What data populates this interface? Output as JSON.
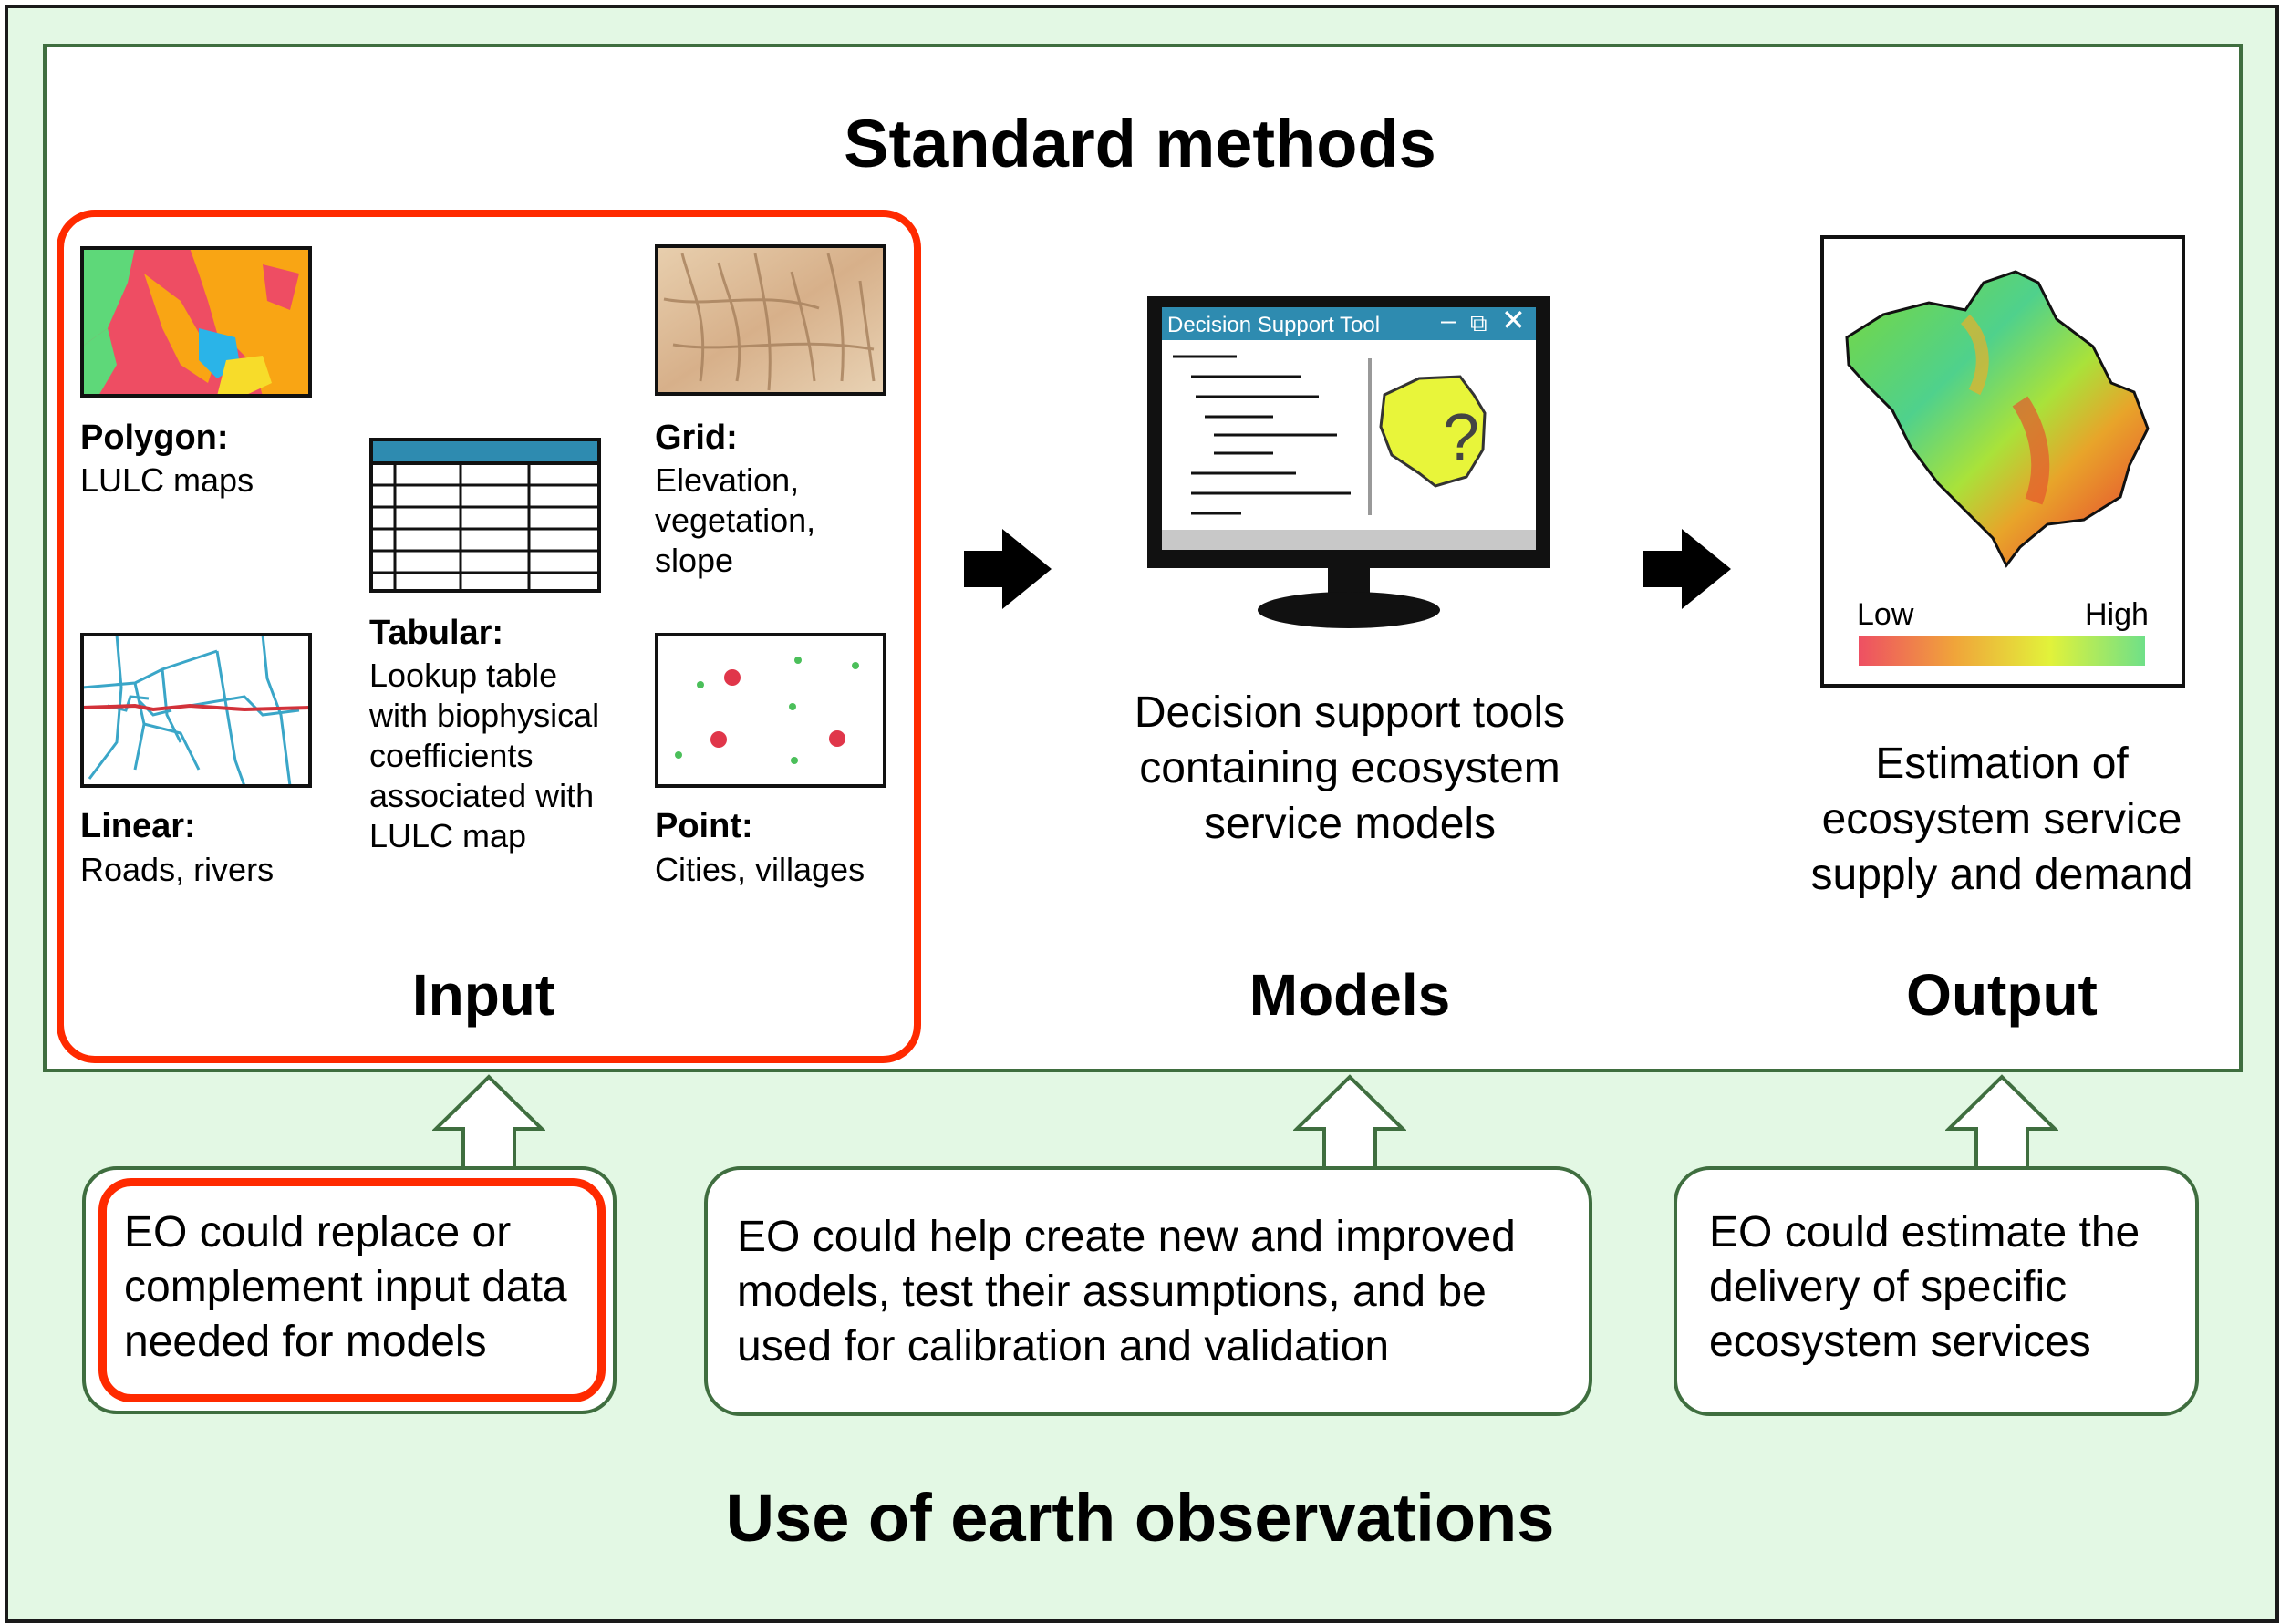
{
  "colors": {
    "background": "#e3f8e4",
    "panel_border": "#3f6e3f",
    "highlight_red": "#ff2a00",
    "arrow": "#000000"
  },
  "standard_methods": {
    "title": "Standard methods",
    "input": {
      "heading": "Input",
      "polygon": {
        "label": "Polygon:",
        "desc": "LULC maps"
      },
      "tabular": {
        "label": "Tabular:",
        "desc_lines": [
          "Lookup table",
          "with biophysical",
          "coefficients",
          "associated with",
          "LULC map"
        ]
      },
      "grid": {
        "label": "Grid:",
        "desc_lines": [
          "Elevation,",
          "vegetation,",
          "slope"
        ]
      },
      "linear": {
        "label": "Linear:",
        "desc": "Roads, rivers"
      },
      "point": {
        "label": "Point:",
        "desc": "Cities, villages"
      }
    },
    "models": {
      "heading": "Models",
      "window_title": "Decision Support Tool",
      "window_map_symbol": "?",
      "desc_lines": [
        "Decision support tools",
        "containing ecosystem",
        "service models"
      ]
    },
    "output": {
      "heading": "Output",
      "legend_low": "Low",
      "legend_high": "High",
      "desc_lines": [
        "Estimation of",
        "ecosystem service",
        "supply and demand"
      ]
    }
  },
  "earth_observations": {
    "title": "Use of earth observations",
    "boxes": [
      {
        "lines": [
          "EO could replace or",
          "complement input data",
          "needed for models"
        ]
      },
      {
        "lines": [
          "EO could help create new and improved",
          "models, test their assumptions, and be",
          "used for calibration and validation"
        ]
      },
      {
        "lines": [
          "EO could estimate the",
          "delivery of specific",
          "ecosystem services"
        ]
      }
    ]
  }
}
